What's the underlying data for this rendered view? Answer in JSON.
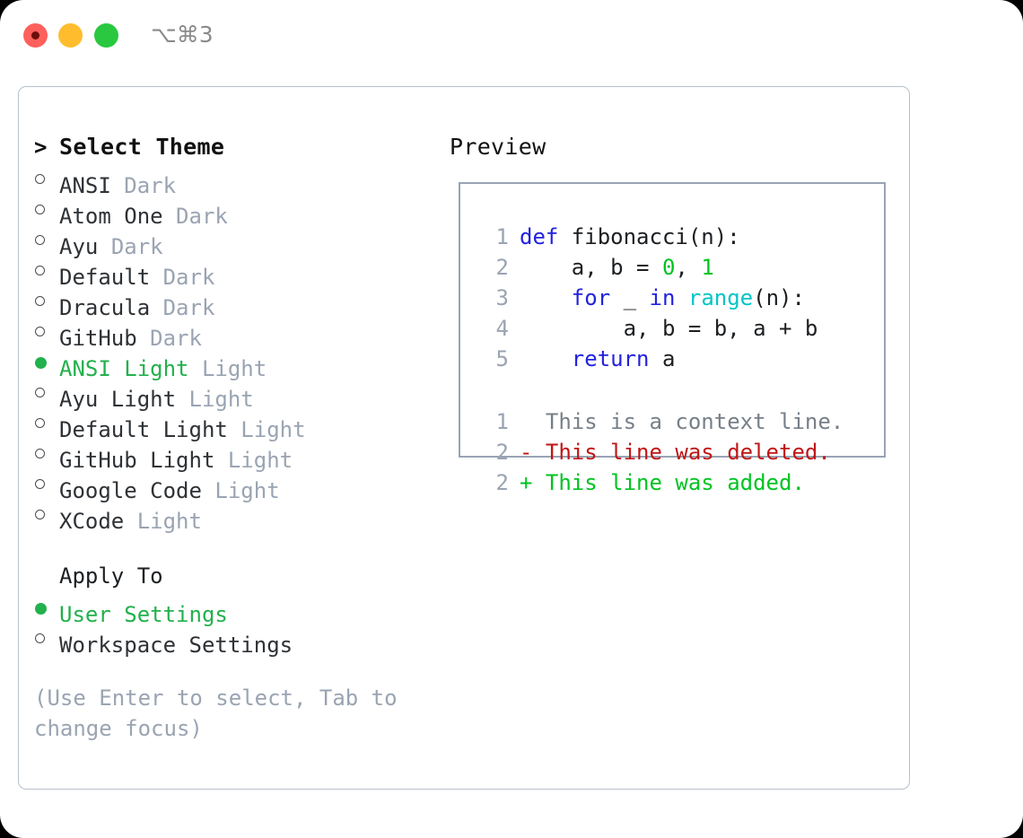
{
  "titlebar": {
    "shortcut": "⌥⌘3",
    "buttons": {
      "close": "close-window",
      "minimize": "minimize-window",
      "maximize": "maximize-window"
    }
  },
  "theme_panel": {
    "header_marker": ">",
    "header": "Select Theme",
    "items": [
      {
        "marker": "ring",
        "name": "ANSI",
        "kind": "Dark",
        "selected": false
      },
      {
        "marker": "ring",
        "name": "Atom One",
        "kind": "Dark",
        "selected": false
      },
      {
        "marker": "ring",
        "name": "Ayu",
        "kind": "Dark",
        "selected": false
      },
      {
        "marker": "ring",
        "name": "Default",
        "kind": "Dark",
        "selected": false
      },
      {
        "marker": "ring",
        "name": "Dracula",
        "kind": "Dark",
        "selected": false
      },
      {
        "marker": "ring",
        "name": "GitHub",
        "kind": "Dark",
        "selected": false
      },
      {
        "marker": "dot",
        "name": "ANSI Light",
        "kind": "Light",
        "selected": true
      },
      {
        "marker": "ring",
        "name": "Ayu Light",
        "kind": "Light",
        "selected": false
      },
      {
        "marker": "ring",
        "name": "Default Light",
        "kind": "Light",
        "selected": false
      },
      {
        "marker": "ring",
        "name": "GitHub Light",
        "kind": "Light",
        "selected": false
      },
      {
        "marker": "ring",
        "name": "Google Code",
        "kind": "Light",
        "selected": false
      },
      {
        "marker": "ring",
        "name": "XCode",
        "kind": "Light",
        "selected": false
      }
    ]
  },
  "apply_panel": {
    "label": "Apply To",
    "options": [
      {
        "marker": "dot",
        "name": "User Settings",
        "selected": true
      },
      {
        "marker": "ring",
        "name": "Workspace Settings",
        "selected": false
      }
    ]
  },
  "hint": "(Use Enter to select, Tab to change focus)",
  "preview": {
    "title": "Preview",
    "code_lines": [
      {
        "num": "1",
        "tokens": [
          {
            "t": "def ",
            "c": "kw"
          },
          {
            "t": "fibonacci(n):",
            "c": "plain"
          }
        ]
      },
      {
        "num": "2",
        "tokens": [
          {
            "t": "    a, b = ",
            "c": "plain"
          },
          {
            "t": "0",
            "c": "num"
          },
          {
            "t": ", ",
            "c": "plain"
          },
          {
            "t": "1",
            "c": "num"
          }
        ]
      },
      {
        "num": "3",
        "tokens": [
          {
            "t": "    ",
            "c": "plain"
          },
          {
            "t": "for",
            "c": "kw"
          },
          {
            "t": " _ ",
            "c": "plain"
          },
          {
            "t": "in",
            "c": "kw"
          },
          {
            "t": " ",
            "c": "plain"
          },
          {
            "t": "range",
            "c": "fn"
          },
          {
            "t": "(n):",
            "c": "plain"
          }
        ]
      },
      {
        "num": "4",
        "tokens": [
          {
            "t": "        a, b = b, a + b",
            "c": "plain"
          }
        ]
      },
      {
        "num": "5",
        "tokens": [
          {
            "t": "    ",
            "c": "plain"
          },
          {
            "t": "return",
            "c": "kw"
          },
          {
            "t": " a",
            "c": "plain"
          }
        ]
      }
    ],
    "diff_lines": [
      {
        "num": "1",
        "sign": " ",
        "text": "This is a context line.",
        "kind": "ctx"
      },
      {
        "num": "2",
        "sign": "-",
        "text": "This line was deleted.",
        "kind": "del"
      },
      {
        "num": "2",
        "sign": "+",
        "text": "This line was added.",
        "kind": "add"
      }
    ]
  },
  "colors": {
    "accent_green": "#22b14c",
    "muted": "#9aa4b2",
    "keyword": "#2222dd",
    "function": "#00c5c7",
    "number": "#00c322",
    "diff_deleted": "#c01515",
    "diff_added": "#00c322",
    "border": "#99a3b3",
    "traffic_close": "#ff605c",
    "traffic_minimize": "#ffbd2e",
    "traffic_maximize": "#2ac840"
  }
}
